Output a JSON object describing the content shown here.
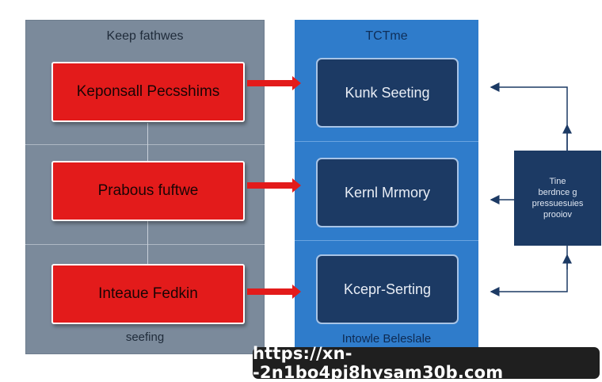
{
  "left_panel": {
    "title": "Keep fathwes",
    "footer": "seefing",
    "boxes": [
      {
        "label": "Keponsall Pecsshims"
      },
      {
        "label": "Prabous fuftwe"
      },
      {
        "label": "Inteaue Fedkin"
      }
    ]
  },
  "right_panel": {
    "title": "TCTme",
    "footer": "Intowle Beleslale",
    "boxes": [
      {
        "label": "Kunk Seeting"
      },
      {
        "label": "Kernl Mrmory"
      },
      {
        "label": "Kcepr-Serting"
      }
    ]
  },
  "side_box": {
    "lines": [
      "Tine",
      "berdnce g",
      "pressuesuies",
      "prooiov"
    ]
  },
  "url_banner": "https://xn--2n1bo4pj8hysam30b.com",
  "colors": {
    "red": "#e31b1b",
    "navy": "#1c3a64",
    "blue_panel": "#2f7ccb",
    "gray_panel": "#7b8a9b"
  }
}
